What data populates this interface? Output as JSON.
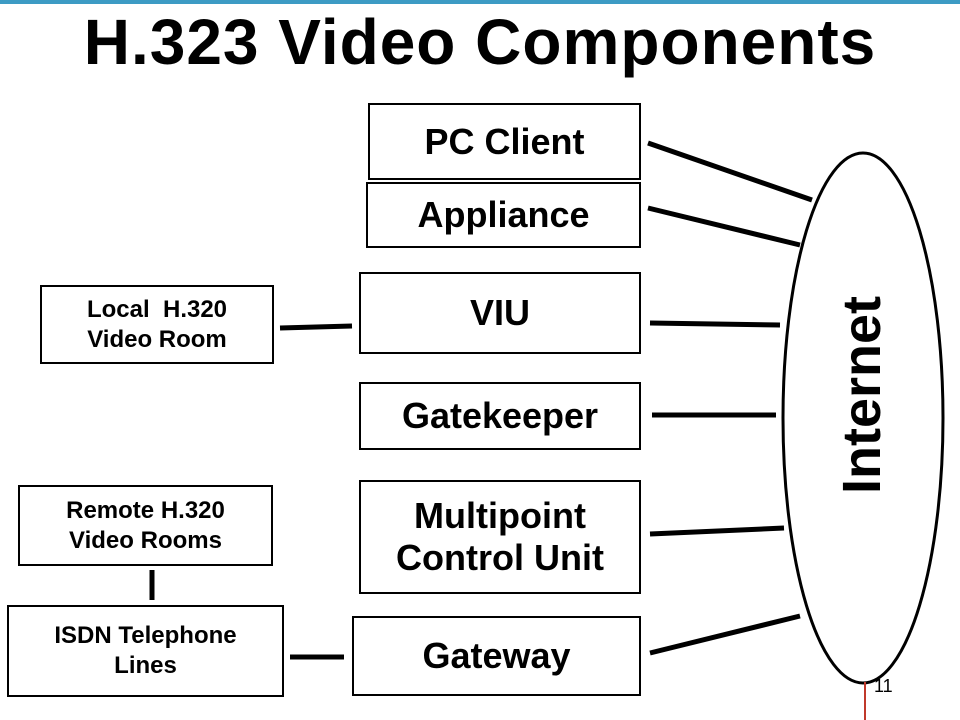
{
  "title": "H.323 Video Components",
  "components": {
    "pc_client": "PC Client",
    "appliance": "Appliance",
    "viu": "VIU",
    "gatekeeper": "Gatekeeper",
    "mcu_line1": "Multipoint",
    "mcu_line2": "Control Unit",
    "gateway": "Gateway"
  },
  "external": {
    "local_line1": "Local  H.320",
    "local_line2": "Video Room",
    "remote_line1": "Remote H.320",
    "remote_line2": "Video Rooms",
    "isdn_line1": "ISDN Telephone",
    "isdn_line2": "Lines"
  },
  "network": "Internet",
  "page_number": "11",
  "colors": {
    "accent_bar": "#3d9bc4",
    "page_mark": "#c0392b"
  }
}
